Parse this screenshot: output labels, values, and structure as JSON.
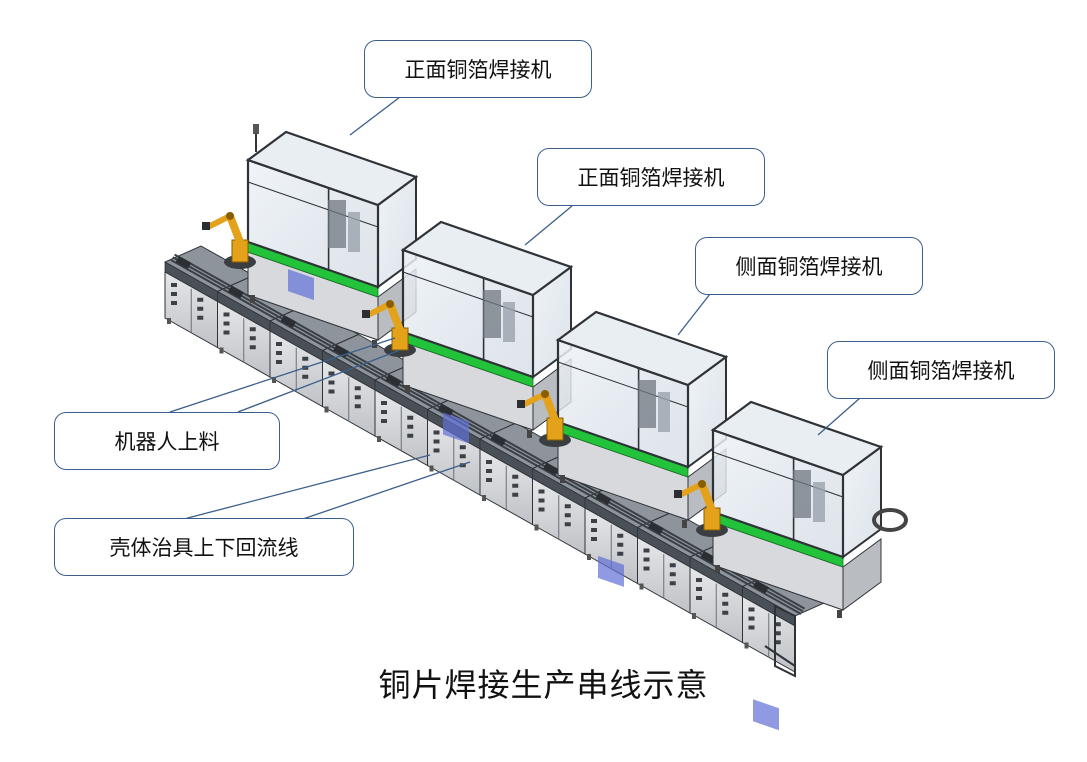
{
  "diagram": {
    "title": "铜片焊接生产串线示意",
    "callouts": {
      "front_weld_1": "正面铜箔焊接机",
      "front_weld_2": "正面铜箔焊接机",
      "side_weld_1": "侧面铜箔焊接机",
      "side_weld_2": "侧面铜箔焊接机",
      "robot_loading": "机器人上料",
      "return_line": "壳体治具上下回流线"
    }
  },
  "colors": {
    "frame": "#2f3338",
    "glass": "#dfe6ee",
    "accent_green": "#22c23a",
    "robot": "#e3a21a",
    "cabinet": "#d7d9dc",
    "callout_border": "#3b5f8c"
  }
}
